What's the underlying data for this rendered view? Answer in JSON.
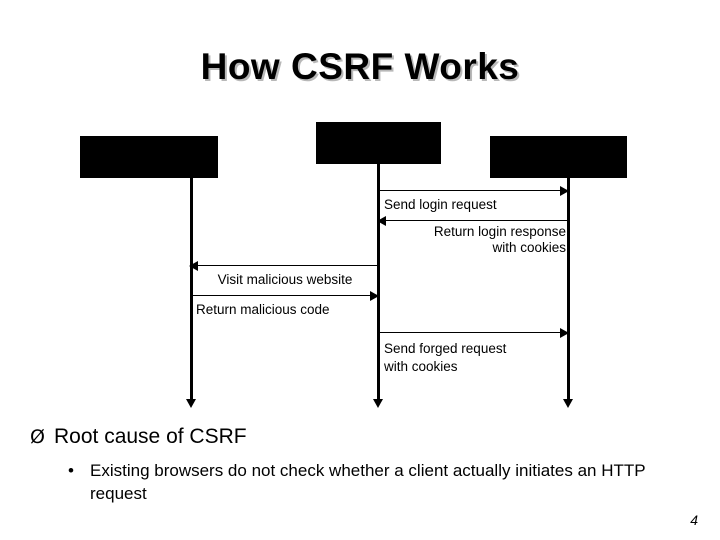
{
  "slide": {
    "title": "How CSRF Works",
    "page_number": "4",
    "background_color": "#ffffff",
    "text_color": "#000000",
    "title_shadow_color": "#b8b8b8"
  },
  "diagram": {
    "type": "sequence-diagram",
    "actors": [
      {
        "id": "actor-1",
        "label": "",
        "redacted": true
      },
      {
        "id": "actor-2",
        "label": "",
        "redacted": true
      },
      {
        "id": "actor-3",
        "label": "",
        "redacted": true
      }
    ],
    "messages": [
      {
        "id": "msg-1",
        "label": "Send login request",
        "direction": "right",
        "from": "actor-2",
        "to": "actor-3",
        "align": "left"
      },
      {
        "id": "msg-2",
        "label_line_1": "Return login response",
        "label_line_2": "with cookies",
        "direction": "left",
        "from": "actor-3",
        "to": "actor-2",
        "align": "right"
      },
      {
        "id": "msg-3",
        "label": "Visit malicious website",
        "direction": "left",
        "from": "actor-2",
        "to": "actor-1",
        "align": "center"
      },
      {
        "id": "msg-4",
        "label": "Return malicious code",
        "direction": "right",
        "from": "actor-1",
        "to": "actor-2",
        "align": "left"
      },
      {
        "id": "msg-5",
        "label_line_1": "Send forged request",
        "label_line_2": "with cookies",
        "direction": "right",
        "from": "actor-2",
        "to": "actor-3",
        "align": "left"
      }
    ]
  },
  "bullets": {
    "level1": {
      "marker": "Ø",
      "text": "Root cause of CSRF"
    },
    "level2": {
      "marker": "•",
      "text": "Existing browsers do not check whether a client actually initiates an HTTP request"
    }
  }
}
